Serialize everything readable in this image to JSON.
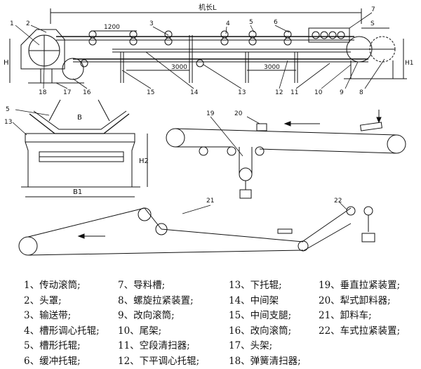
{
  "diagram": {
    "top_labels": {
      "length": "机长L",
      "dim_1200": "1200",
      "dim_3000_a": "3000",
      "dim_3000_b": "3000",
      "h_left": "H",
      "h_right": "H1",
      "s": "S"
    },
    "section_labels": {
      "b": "B",
      "b1": "B1",
      "h2": "H2"
    },
    "callouts_top": [
      "1",
      "2",
      "3",
      "4",
      "5",
      "6",
      "7",
      "8",
      "9",
      "10",
      "11",
      "12",
      "13",
      "14",
      "15",
      "16",
      "17",
      "18"
    ],
    "callouts_section": [
      "5",
      "13"
    ],
    "callouts_right": [
      "19",
      "20"
    ],
    "callouts_bottom": [
      "21",
      "22"
    ]
  },
  "legend": {
    "col1": [
      "1、传动滚筒;",
      "2、头罩;",
      "3、输送带;",
      "4、槽形调心托辊;",
      "5、槽形托辊;",
      "6、缓冲托辊;"
    ],
    "col2": [
      "7、导料槽;",
      "8、螺旋拉紧装置;",
      "9、改向滚筒;",
      "10、尾架;",
      "11、空段清扫器;",
      "12、下平调心托辊;"
    ],
    "col3": [
      "13、下托辊;",
      "14、中间架",
      "15、中间支腿;",
      "16、改向滚筒;",
      "17、头架;",
      "18、弹簧清扫器;"
    ],
    "col4": [
      "19、垂直拉紧装置;",
      "20、犁式卸料器;",
      "21、卸料车;",
      "22、车式拉紧装置;"
    ]
  }
}
